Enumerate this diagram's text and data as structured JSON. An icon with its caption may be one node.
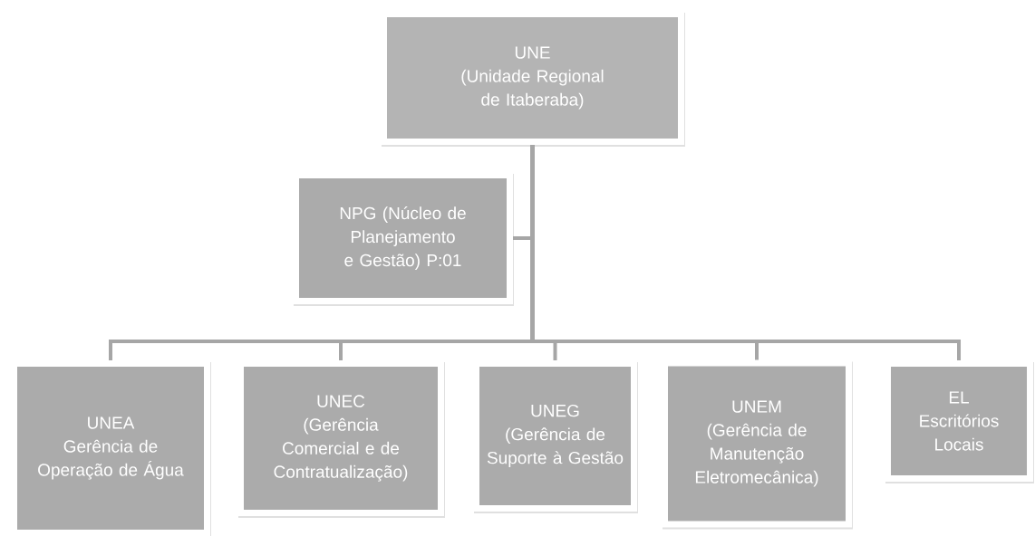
{
  "diagram": {
    "nodes": [
      {
        "text": [
          "UNE",
          "(Unidade Regional de Itaberaba)"
        ]
      },
      {
        "text": [
          "NPG (Núcleo de Planejamento e Gestão) P:01"
        ]
      },
      {
        "text": [
          "UNEA",
          "Gerência de Operação de Água"
        ]
      },
      {
        "text": [
          "UNEC",
          "(Gerência Comercial e de Contratualização)"
        ]
      },
      {
        "text": [
          "UNEG",
          "(Gerência de Suporte à Gestão"
        ]
      },
      {
        "text": [
          "UNEM",
          "(Gerência de Manutenção Eletromecânica)"
        ]
      },
      {
        "text": [
          "EL",
          "Escritórios Locais"
        ]
      }
    ],
    "edges": [
      {
        "from": 0,
        "to": 1,
        "arrow": "none"
      },
      {
        "from": 0,
        "to": 2,
        "arrow": "none"
      },
      {
        "from": 0,
        "to": 3,
        "arrow": "none"
      },
      {
        "from": 0,
        "to": 4,
        "arrow": "none"
      },
      {
        "from": 0,
        "to": 5,
        "arrow": "none"
      },
      {
        "from": 0,
        "to": 6,
        "arrow": "none"
      }
    ]
  }
}
